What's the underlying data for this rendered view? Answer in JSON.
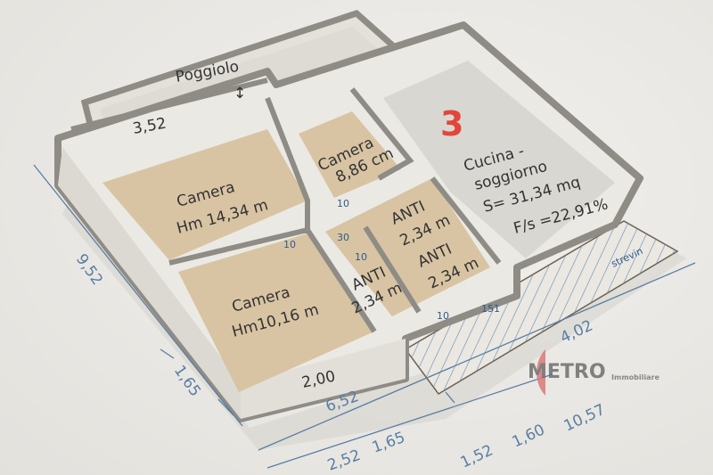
{
  "rooms": {
    "poggiolo": "Poggiolo",
    "poggiolo_width": "3,52",
    "camera1_name": "Camera",
    "camera1_height": "Hm 14,34 m",
    "camera2_name": "Camera",
    "camera2_height": "8,86 cm",
    "camera3_name": "Camera",
    "camera3_height": "Hm10,16 m",
    "anti1_name": "ANTI",
    "anti1_size": "2,34 m",
    "anti2_name": "ANTI",
    "anti2_size": "2,34 m",
    "anti3_name": "ANTI",
    "anti3_size": "2,34 m",
    "kitchen_number": "3",
    "kitchen_name_1": "Cucina -",
    "kitchen_name_2": "soggiorno",
    "kitchen_area": "S= 31,34 mq",
    "kitchen_ratio": "F/s =22,91%",
    "strevin": "strevin"
  },
  "door_marks": [
    "10",
    "10",
    "30",
    "10",
    "10",
    "151"
  ],
  "dimensions": {
    "left_total": "9,52",
    "left_part": "1,65",
    "bottom_wall": "2,00",
    "bottom_inner": "6,52",
    "right_side": "4,02",
    "bottom_chain_1": "2,52",
    "bottom_chain_2": "1,65",
    "bottom_chain_3": "1,52",
    "bottom_chain_4": "1,60",
    "bottom_chain_5": "10,57"
  },
  "logo": {
    "text": "METRO",
    "subtext": "Immobiliare"
  },
  "colors": {
    "wall": "#ebe9e4",
    "wall_top": "#8f8c86",
    "wood": "#d8c4a3",
    "kitchen_floor": "#d9d7d2",
    "accent_number": "#e0473a",
    "dimension": "#5a7ea3"
  }
}
